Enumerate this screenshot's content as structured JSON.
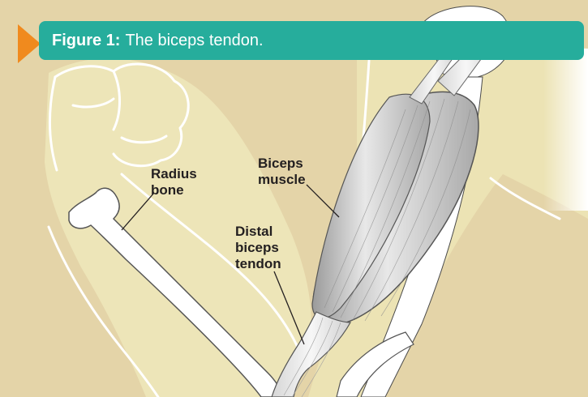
{
  "figure": {
    "label": "Figure 1:",
    "caption": "The biceps tendon."
  },
  "labels": {
    "radius": [
      "Radius",
      "bone"
    ],
    "biceps": [
      "Biceps",
      "muscle"
    ],
    "tendon": [
      "Distal",
      "biceps",
      "tendon"
    ]
  },
  "colors": {
    "banner": "#26ad9c",
    "accent": "#f08a1e",
    "background": "#e4d4a8",
    "skin": "#ede5b8",
    "outline": "#ffffff",
    "muscle": "#c4c4c4",
    "bone": "#ffffff",
    "text": "#231f20"
  },
  "icons": {
    "arrow": "orange-triangle-marker"
  }
}
